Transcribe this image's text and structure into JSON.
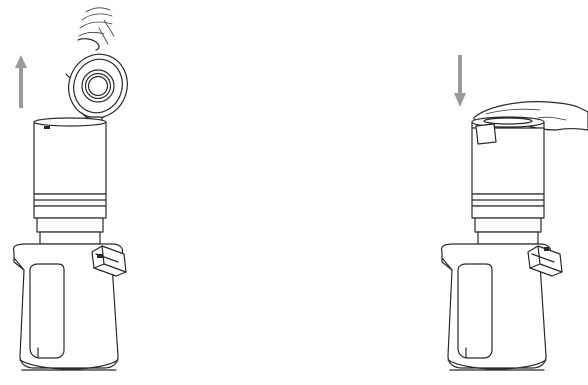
{
  "figure": {
    "panels": [
      {
        "id": "open",
        "action": "lift-lid",
        "arrow_direction": "up"
      },
      {
        "id": "close",
        "action": "press-lid",
        "arrow_direction": "down"
      }
    ],
    "colors": {
      "line": "#2a2a2a",
      "arrow": "#9a9a9a",
      "background": "#ffffff"
    }
  }
}
